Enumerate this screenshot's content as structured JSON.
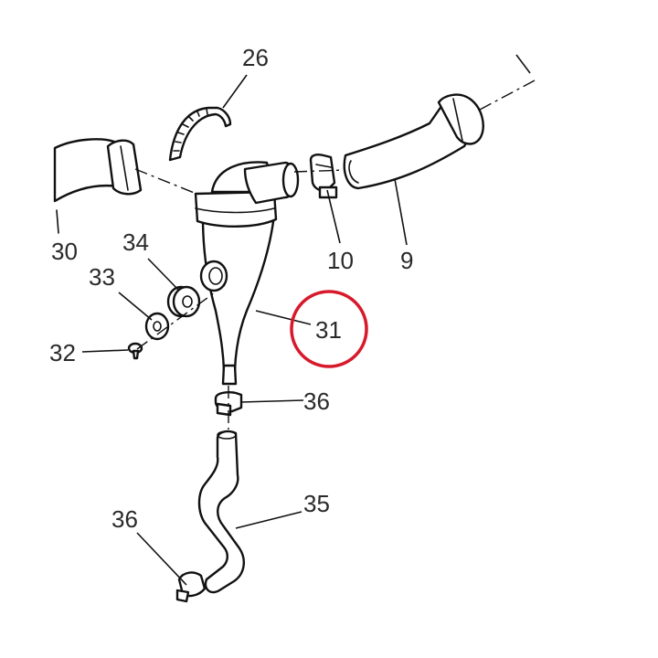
{
  "diagram": {
    "highlight_color": "#d7192b",
    "callouts": [
      {
        "id": "26",
        "text": "26"
      },
      {
        "id": "30",
        "text": "30"
      },
      {
        "id": "34",
        "text": "34"
      },
      {
        "id": "33",
        "text": "33"
      },
      {
        "id": "32",
        "text": "32"
      },
      {
        "id": "10",
        "text": "10"
      },
      {
        "id": "9",
        "text": "9"
      },
      {
        "id": "31",
        "text": "31"
      },
      {
        "id": "36a",
        "text": "36"
      },
      {
        "id": "35",
        "text": "35"
      },
      {
        "id": "36b",
        "text": "36"
      }
    ],
    "highlighted_callout": "31"
  }
}
